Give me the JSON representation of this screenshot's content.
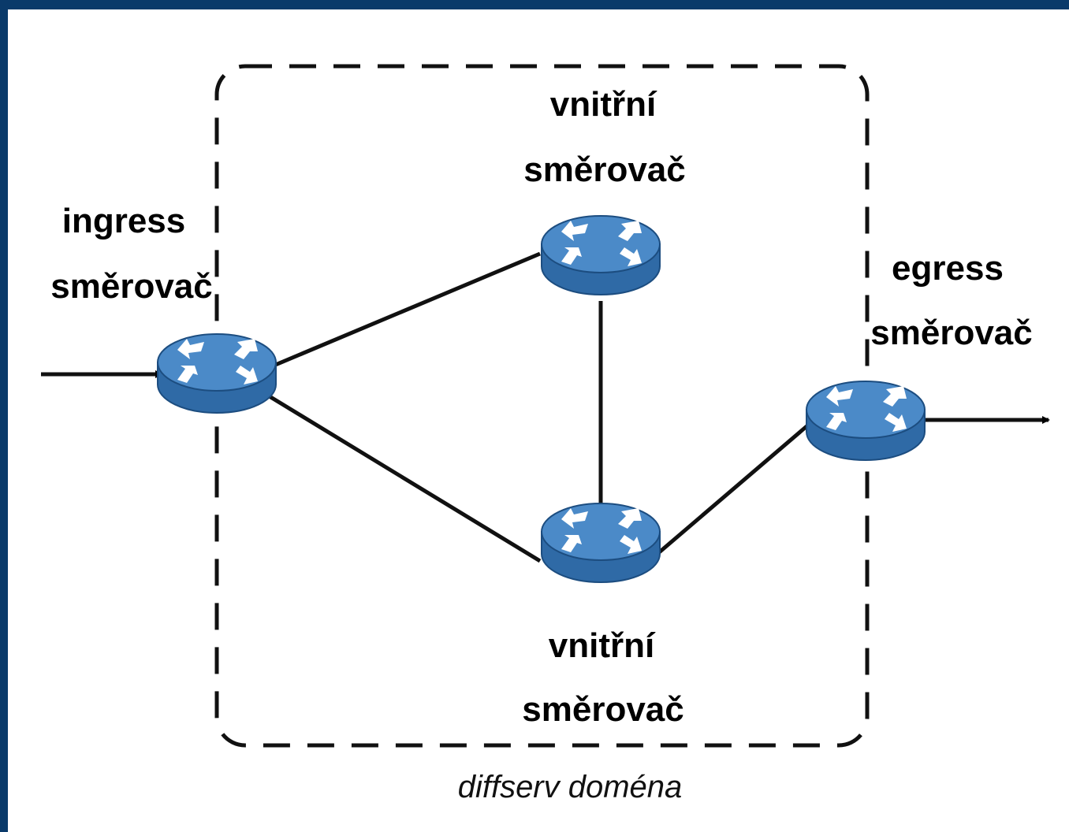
{
  "labels": {
    "ingress_line1": "ingress",
    "ingress_line2": "směrovač",
    "inner_top_line1": "vnitřní",
    "inner_top_line2": "směrovač",
    "inner_bottom_line1": "vnitřní",
    "inner_bottom_line2": "směrovač",
    "egress_line1": "egress",
    "egress_line2": "směrovač",
    "domain_caption": "diffserv doména"
  },
  "nodes": [
    {
      "id": "ingress-router",
      "icon": "router-icon"
    },
    {
      "id": "inner-router-top",
      "icon": "router-icon"
    },
    {
      "id": "inner-router-bottom",
      "icon": "router-icon"
    },
    {
      "id": "egress-router",
      "icon": "router-icon"
    }
  ],
  "edges": [
    {
      "from": "ingress-router",
      "to": "inner-router-top"
    },
    {
      "from": "ingress-router",
      "to": "inner-router-bottom"
    },
    {
      "from": "inner-router-top",
      "to": "inner-router-bottom"
    },
    {
      "from": "inner-router-bottom",
      "to": "egress-router"
    }
  ],
  "colors": {
    "frame": "#0a3a6a",
    "router_top": "#4b8ac8",
    "router_side": "#2f6aa6",
    "router_outline": "#1c4d80",
    "arrow_fill": "#ffffff"
  }
}
